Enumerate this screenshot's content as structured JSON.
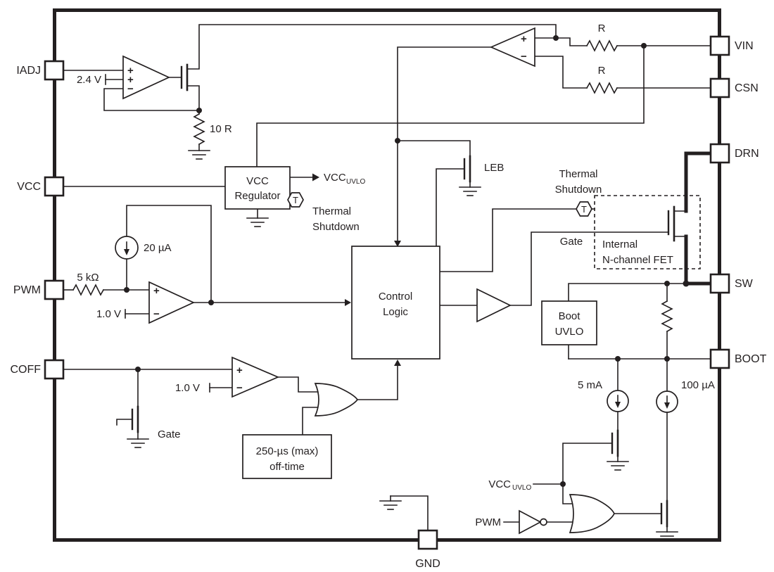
{
  "diagram": {
    "pins": {
      "iadj": "IADJ",
      "vcc": "VCC",
      "pwm": "PWM",
      "coff": "COFF",
      "vin": "VIN",
      "csn": "CSN",
      "drn": "DRN",
      "sw": "SW",
      "boot": "BOOT",
      "gnd": "GND"
    },
    "labels": {
      "ref_2v4": "2.4 V",
      "res_10r": "10 R",
      "res_r_top": "R",
      "res_r_bot": "R",
      "vcc_reg_1": "VCC",
      "vcc_reg_2": "Regulator",
      "vcc_uvlo_main": "VCC",
      "vcc_uvlo_sub": "UVLO",
      "thermal_1a": "Thermal",
      "thermal_1b": "Shutdown",
      "i_20ua": "20 µA",
      "res_5k": "5 kΩ",
      "ref_1v_pwm": "1.0 V",
      "control_1": "Control",
      "control_2": "Logic",
      "leb": "LEB",
      "thermal_2a": "Thermal",
      "thermal_2b": "Shutdown",
      "gate_fet": "Gate",
      "internal_1": "Internal",
      "internal_2": "N-channel FET",
      "boot_uvlo_1": "Boot",
      "boot_uvlo_2": "UVLO",
      "i_5ma": "5 mA",
      "i_100ua": "100 µA",
      "ref_1v_coff": "1.0 V",
      "gate_coff": "Gate",
      "offtime_1": "250-µs (max)",
      "offtime_2": "off-time",
      "vcc_uvlo2_main": "VCC",
      "vcc_uvlo2_sub": "UVLO",
      "pwm_inv": "PWM",
      "t1": "T",
      "t2": "T",
      "plus": "+",
      "minus": "−"
    }
  }
}
